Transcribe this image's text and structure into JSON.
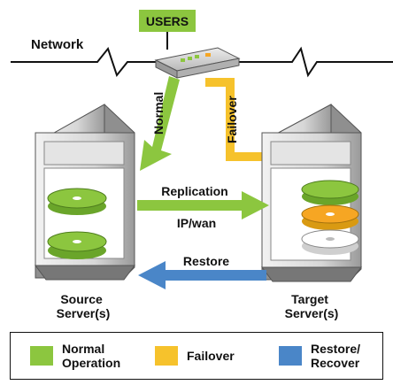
{
  "colors": {
    "normal": "#8cc63f",
    "failover": "#f6c22c",
    "restore": "#4a86c8",
    "users_box": "#8cc63f"
  },
  "users_label": "USERS",
  "network_label": "Network",
  "path_labels": {
    "normal": "Normal",
    "failover": "Failover",
    "replication": "Replication",
    "ip_wan": "IP/wan",
    "restore": "Restore"
  },
  "servers": {
    "source": "Source\nServer(s)",
    "target": "Target\nServer(s)"
  },
  "icons": {
    "router": "network-router-icon",
    "source_server": "server-tower-icon",
    "target_server": "server-tower-icon",
    "disk": "disk-stack-icon"
  },
  "legend": {
    "items": [
      {
        "label": "Normal\nOperation",
        "color": "#8cc63f"
      },
      {
        "label": "Failover",
        "color": "#f6c22c"
      },
      {
        "label": "Restore/\nRecover",
        "color": "#4a86c8"
      }
    ]
  }
}
